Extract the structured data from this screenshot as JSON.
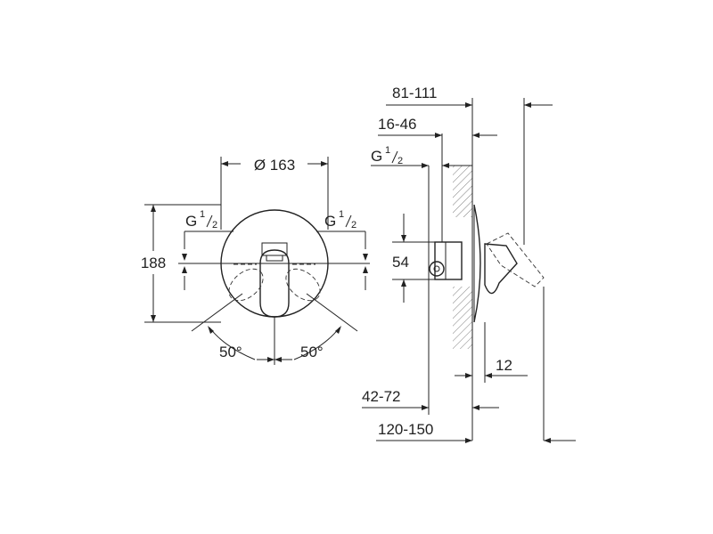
{
  "front_view": {
    "diameter_label": "Ø 163",
    "height_label": "188",
    "g_left": {
      "main": "G",
      "num": "1",
      "den": "2"
    },
    "g_right": {
      "main": "G",
      "num": "1",
      "den": "2"
    },
    "angle_left": "50°",
    "angle_right": "50°"
  },
  "side_view": {
    "dim_81_111": "81-111",
    "dim_16_46": "16-46",
    "g_side": {
      "main": "G",
      "num": "1",
      "den": "2"
    },
    "dim_54": "54",
    "dim_12": "12",
    "dim_42_72": "42-72",
    "dim_120_150": "120-150"
  },
  "colors": {
    "line": "#222222",
    "background": "#ffffff"
  }
}
